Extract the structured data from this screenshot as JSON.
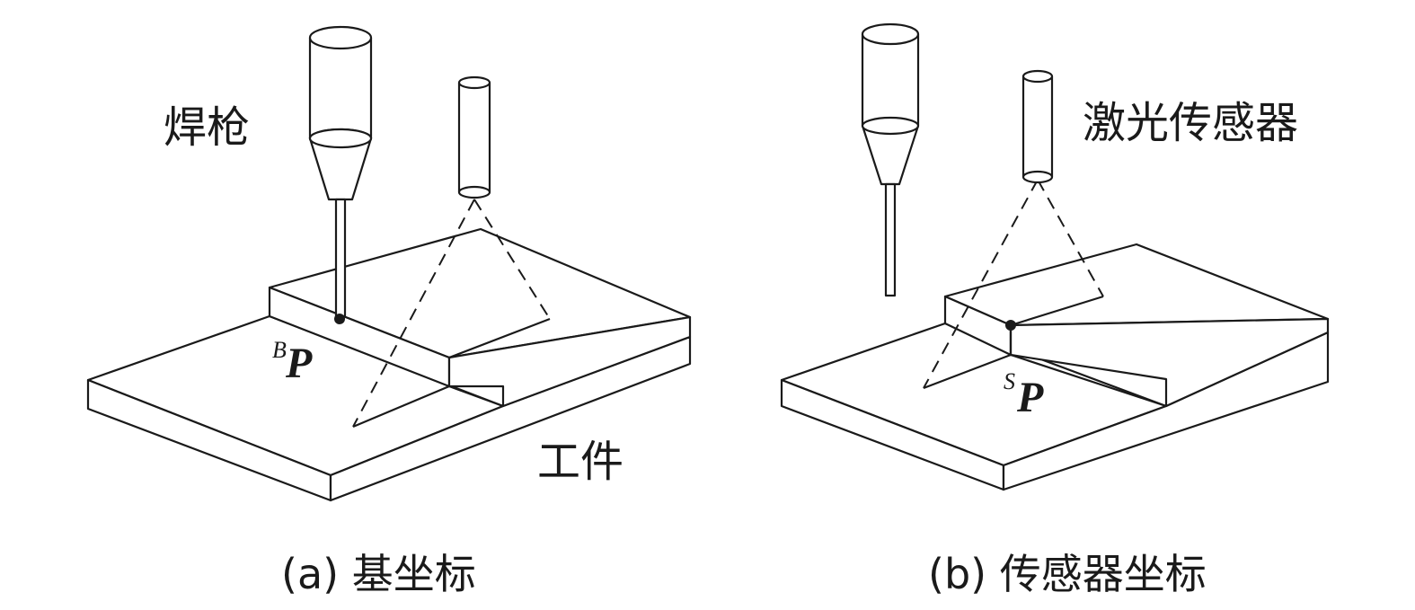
{
  "panel_a": {
    "caption": "(a) 基坐标",
    "torch_label": "焊枪",
    "workpiece_label": "工件",
    "point_prefix": "B",
    "point_letter": "P"
  },
  "panel_b": {
    "caption": "(b) 传感器坐标",
    "sensor_label": "激光传感器",
    "point_prefix": "S",
    "point_letter": "P"
  },
  "colors": {
    "line": "#1a1a1a",
    "background": "#ffffff"
  }
}
